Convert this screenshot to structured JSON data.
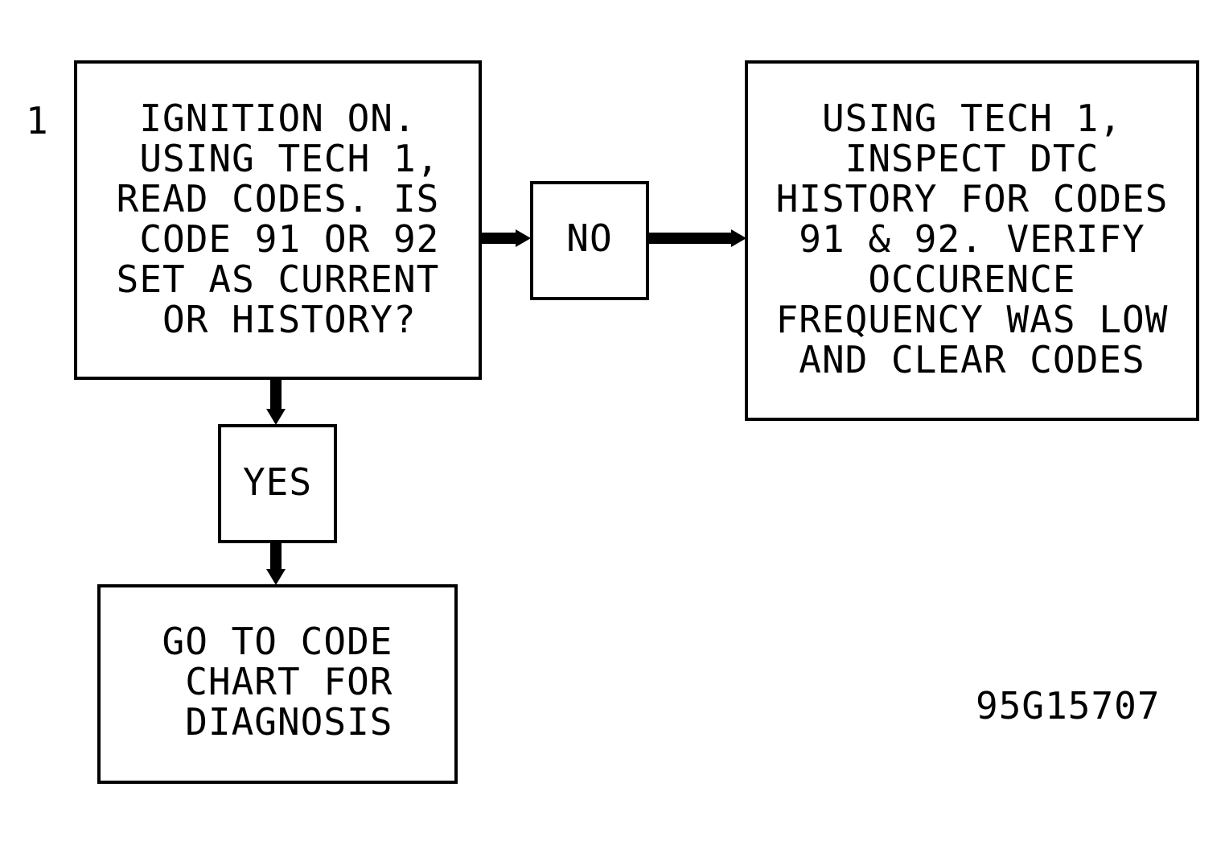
{
  "step_number": "1",
  "figure_id": "95G15707",
  "boxes": {
    "question": "IGNITION ON.\n USING TECH 1,\nREAD CODES. IS\n CODE 91 OR 92\nSET AS CURRENT\n OR HISTORY?",
    "no_label": "NO",
    "no_action": "USING TECH 1,\nINSPECT DTC\nHISTORY FOR CODES\n91 & 92. VERIFY\nOCCURENCE\nFREQUENCY WAS LOW\nAND CLEAR CODES",
    "yes_label": "YES",
    "yes_action": "GO TO CODE\n CHART FOR\n DIAGNOSIS"
  },
  "colors": {
    "line": "#000000",
    "background": "#ffffff"
  }
}
